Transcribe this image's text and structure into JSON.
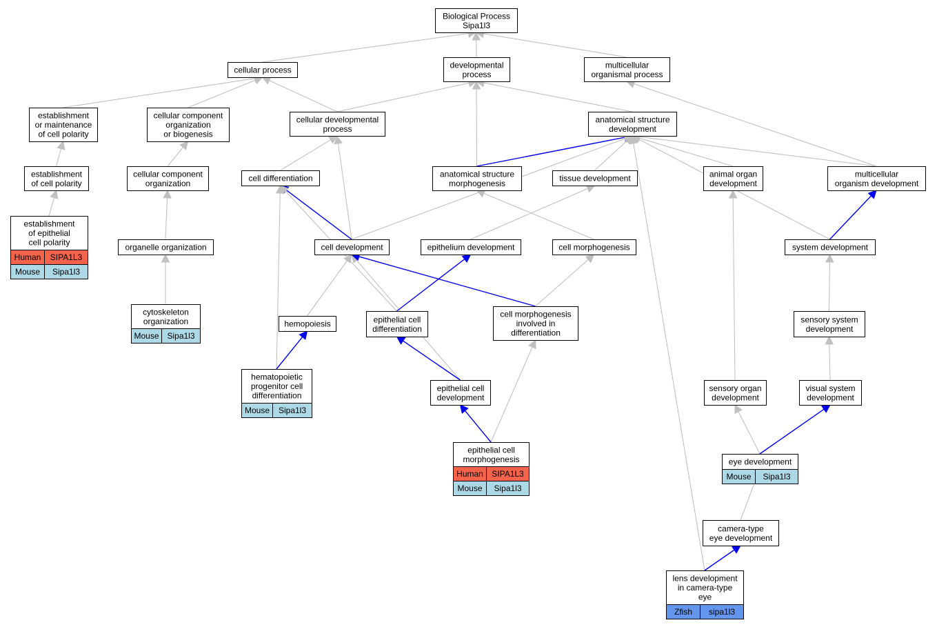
{
  "colors": {
    "edge_gray": "#c0c0c0",
    "edge_blue": "#0000ee",
    "human": "#f4634a",
    "mouse": "#add8e6",
    "zfish": "#6495ed"
  },
  "nodes": [
    {
      "id": "bp",
      "lines": [
        "Biological Process",
        "Sipa1l3"
      ]
    },
    {
      "id": "cp",
      "lines": [
        "cellular process"
      ]
    },
    {
      "id": "dp",
      "lines": [
        "developmental",
        "process"
      ]
    },
    {
      "id": "mop",
      "lines": [
        "multicellular",
        "organismal process"
      ]
    },
    {
      "id": "emcp",
      "lines": [
        "establishment",
        "or maintenance",
        "of cell polarity"
      ]
    },
    {
      "id": "ccob",
      "lines": [
        "cellular component",
        "organization",
        "or biogenesis"
      ]
    },
    {
      "id": "cdp",
      "lines": [
        "cellular developmental",
        "process"
      ]
    },
    {
      "id": "asd",
      "lines": [
        "anatomical structure",
        "development"
      ]
    },
    {
      "id": "ecp",
      "lines": [
        "establishment",
        "of cell polarity"
      ]
    },
    {
      "id": "cco",
      "lines": [
        "cellular component",
        "organization"
      ]
    },
    {
      "id": "cdiff",
      "lines": [
        "cell differentiation"
      ]
    },
    {
      "id": "asm",
      "lines": [
        "anatomical structure",
        "morphogenesis"
      ]
    },
    {
      "id": "td",
      "lines": [
        "tissue development"
      ]
    },
    {
      "id": "aod",
      "lines": [
        "animal organ",
        "development"
      ]
    },
    {
      "id": "mod",
      "lines": [
        "multicellular",
        "organism development"
      ]
    },
    {
      "id": "eecp",
      "lines": [
        "establishment",
        "of epithelial",
        "cell polarity"
      ],
      "genes": [
        [
          "Human",
          "SIPA1L3"
        ],
        [
          "Mouse",
          "Sipa1l3"
        ]
      ]
    },
    {
      "id": "oo",
      "lines": [
        "organelle organization"
      ]
    },
    {
      "id": "cdev",
      "lines": [
        "cell development"
      ]
    },
    {
      "id": "epd",
      "lines": [
        "epithelium development"
      ]
    },
    {
      "id": "cm",
      "lines": [
        "cell morphogenesis"
      ]
    },
    {
      "id": "sd",
      "lines": [
        "system development"
      ]
    },
    {
      "id": "cyto",
      "lines": [
        "cytoskeleton",
        "organization"
      ],
      "genes": [
        [
          "Mouse",
          "Sipa1l3"
        ]
      ]
    },
    {
      "id": "hemo",
      "lines": [
        "hemopoiesis"
      ]
    },
    {
      "id": "ecdiff",
      "lines": [
        "epithelial cell",
        "differentiation"
      ]
    },
    {
      "id": "cmid",
      "lines": [
        "cell morphogenesis",
        "involved in",
        "differentiation"
      ]
    },
    {
      "id": "ssd",
      "lines": [
        "sensory system",
        "development"
      ]
    },
    {
      "id": "hpcd",
      "lines": [
        "hematopoietic",
        "progenitor cell",
        "differentiation"
      ],
      "genes": [
        [
          "Mouse",
          "Sipa1l3"
        ]
      ]
    },
    {
      "id": "ecdev",
      "lines": [
        "epithelial cell",
        "development"
      ]
    },
    {
      "id": "sod",
      "lines": [
        "sensory organ",
        "development"
      ]
    },
    {
      "id": "vsd",
      "lines": [
        "visual system",
        "development"
      ]
    },
    {
      "id": "ecm",
      "lines": [
        "epithelial cell",
        "morphogenesis"
      ],
      "genes": [
        [
          "Human",
          "SIPA1L3"
        ],
        [
          "Mouse",
          "Sipa1l3"
        ]
      ]
    },
    {
      "id": "eye",
      "lines": [
        "eye development"
      ],
      "genes": [
        [
          "Mouse",
          "Sipa1l3"
        ]
      ]
    },
    {
      "id": "cted",
      "lines": [
        "camera-type",
        "eye development"
      ]
    },
    {
      "id": "lens",
      "lines": [
        "lens development",
        "in camera-type",
        "eye"
      ],
      "genes": [
        [
          "Zfish",
          "sipa1l3"
        ]
      ]
    }
  ],
  "edges": [
    [
      "cp",
      "bp",
      "gray"
    ],
    [
      "dp",
      "bp",
      "gray"
    ],
    [
      "mop",
      "bp",
      "gray"
    ],
    [
      "emcp",
      "cp",
      "gray"
    ],
    [
      "ccob",
      "cp",
      "gray"
    ],
    [
      "cdp",
      "cp",
      "gray"
    ],
    [
      "cdp",
      "dp",
      "gray"
    ],
    [
      "asd",
      "dp",
      "gray"
    ],
    [
      "asm",
      "dp",
      "gray"
    ],
    [
      "mod",
      "mop",
      "gray"
    ],
    [
      "ecp",
      "emcp",
      "gray"
    ],
    [
      "cco",
      "ccob",
      "gray"
    ],
    [
      "cdiff",
      "cdp",
      "gray"
    ],
    [
      "cdev",
      "cdp",
      "gray"
    ],
    [
      "asm",
      "asd",
      "blue"
    ],
    [
      "td",
      "asd",
      "gray"
    ],
    [
      "aod",
      "asd",
      "gray"
    ],
    [
      "mod",
      "asd",
      "gray"
    ],
    [
      "cdev",
      "asd",
      "gray"
    ],
    [
      "sd",
      "asd",
      "gray"
    ],
    [
      "lens",
      "asd",
      "gray"
    ],
    [
      "eecp",
      "ecp",
      "gray"
    ],
    [
      "oo",
      "cco",
      "gray"
    ],
    [
      "cdev",
      "cdiff",
      "blue"
    ],
    [
      "hpcd",
      "cdiff",
      "gray"
    ],
    [
      "ecdiff",
      "cdiff",
      "gray"
    ],
    [
      "epd",
      "td",
      "gray"
    ],
    [
      "cm",
      "asm",
      "gray"
    ],
    [
      "sod",
      "aod",
      "gray"
    ],
    [
      "sd",
      "mod",
      "blue"
    ],
    [
      "cyto",
      "oo",
      "gray"
    ],
    [
      "hemo",
      "cdev",
      "gray"
    ],
    [
      "ecdev",
      "cdev",
      "gray"
    ],
    [
      "cmid",
      "cdev",
      "blue"
    ],
    [
      "ecdiff",
      "epd",
      "blue"
    ],
    [
      "cmid",
      "cm",
      "gray"
    ],
    [
      "ssd",
      "sd",
      "gray"
    ],
    [
      "hpcd",
      "hemo",
      "blue"
    ],
    [
      "ecdev",
      "ecdiff",
      "blue"
    ],
    [
      "ecm",
      "cmid",
      "gray"
    ],
    [
      "vsd",
      "ssd",
      "gray"
    ],
    [
      "ecm",
      "ecdev",
      "blue"
    ],
    [
      "eye",
      "sod",
      "gray"
    ],
    [
      "eye",
      "vsd",
      "blue"
    ],
    [
      "cted",
      "eye",
      "gray"
    ],
    [
      "lens",
      "cted",
      "blue"
    ]
  ]
}
